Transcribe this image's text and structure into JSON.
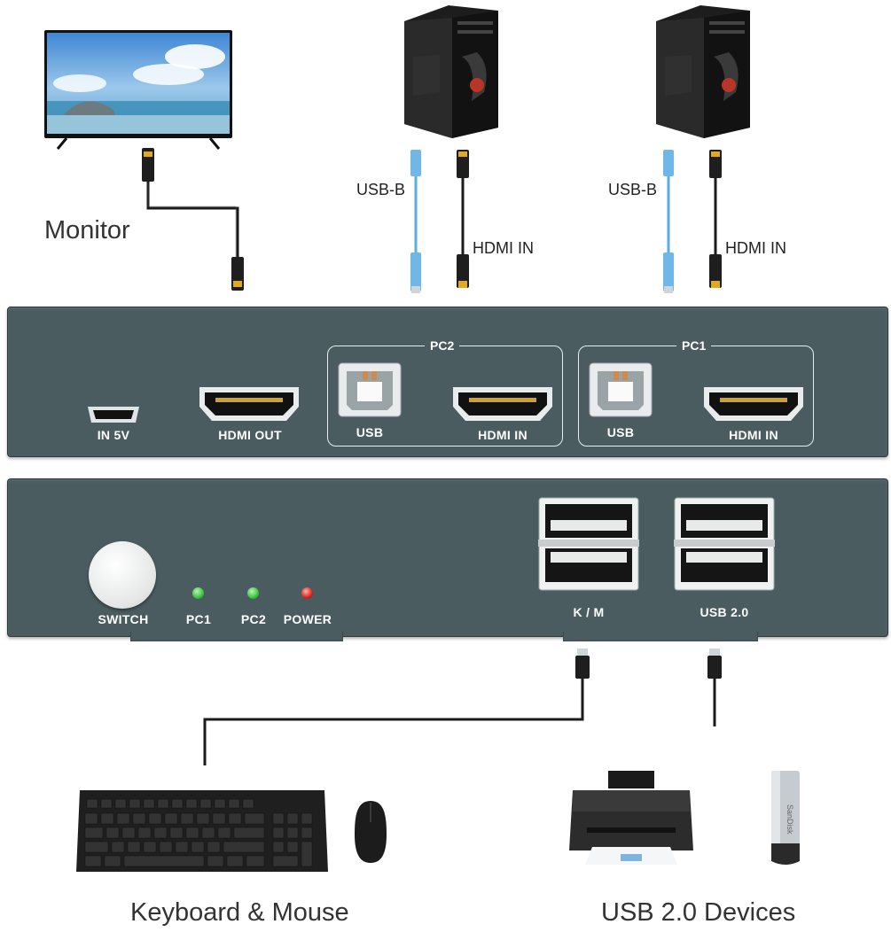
{
  "labels": {
    "monitor": "Monitor",
    "keyboard_mouse": "Keyboard & Mouse",
    "usb_devices": "USB 2.0 Devices"
  },
  "cables": {
    "pc2_usb": "USB-B",
    "pc2_hdmi": "HDMI IN",
    "pc1_usb": "USB-B",
    "pc1_hdmi": "HDMI IN"
  },
  "back_panel": {
    "power_port": "IN 5V",
    "hdmi_out": "HDMI OUT",
    "pc2": {
      "title": "PC2",
      "usb": "USB",
      "hdmi": "HDMI IN"
    },
    "pc1": {
      "title": "PC1",
      "usb": "USB",
      "hdmi": "HDMI IN"
    }
  },
  "front_panel": {
    "switch": "SWITCH",
    "led_pc1": "PC1",
    "led_pc2": "PC2",
    "led_power": "POWER",
    "km_port": "K / M",
    "usb_port": "USB 2.0"
  },
  "brand_text": "SanDisk",
  "colors": {
    "panel": "#4a5c5f",
    "led_green": "#3ec43e",
    "led_red": "#d8241c",
    "usb_cable": "#5aaee0",
    "hdmi_tip": "#e2a81e"
  }
}
